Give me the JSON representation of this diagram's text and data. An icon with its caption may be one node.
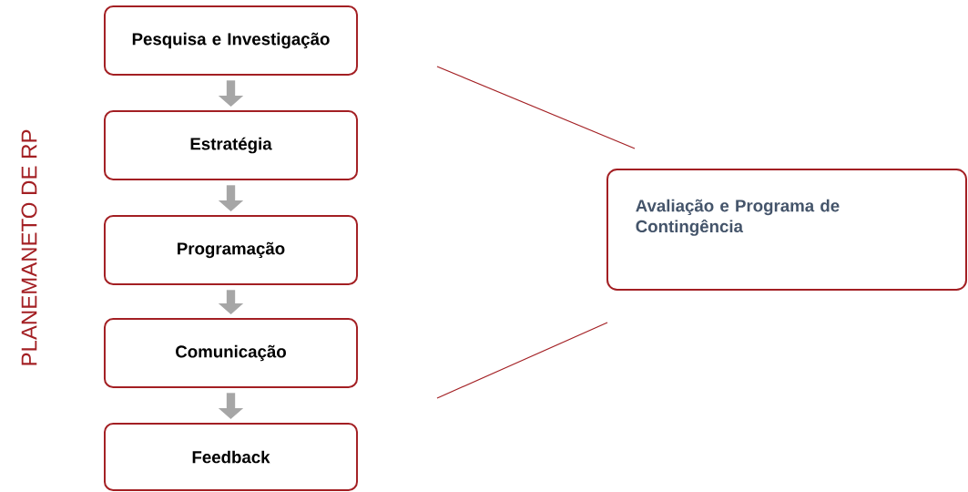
{
  "diagram": {
    "nodes": [
      {
        "text": [
          "Pesquisa e Investigação"
        ]
      },
      {
        "text": [
          "Estratégia"
        ]
      },
      {
        "text": [
          "Programação"
        ]
      },
      {
        "text": [
          "Comunicação"
        ]
      },
      {
        "text": [
          "Feedback"
        ]
      },
      {
        "text": [
          "Avaliação e Programa de Contingência"
        ]
      }
    ],
    "edges": [
      {
        "from": 0,
        "to": 1,
        "arrow": "to"
      },
      {
        "from": 1,
        "to": 2,
        "arrow": "to"
      },
      {
        "from": 2,
        "to": 3,
        "arrow": "to"
      },
      {
        "from": 3,
        "to": 4,
        "arrow": "to"
      }
    ],
    "labels": [
      "PLANEMANETO DE RP"
    ]
  }
}
